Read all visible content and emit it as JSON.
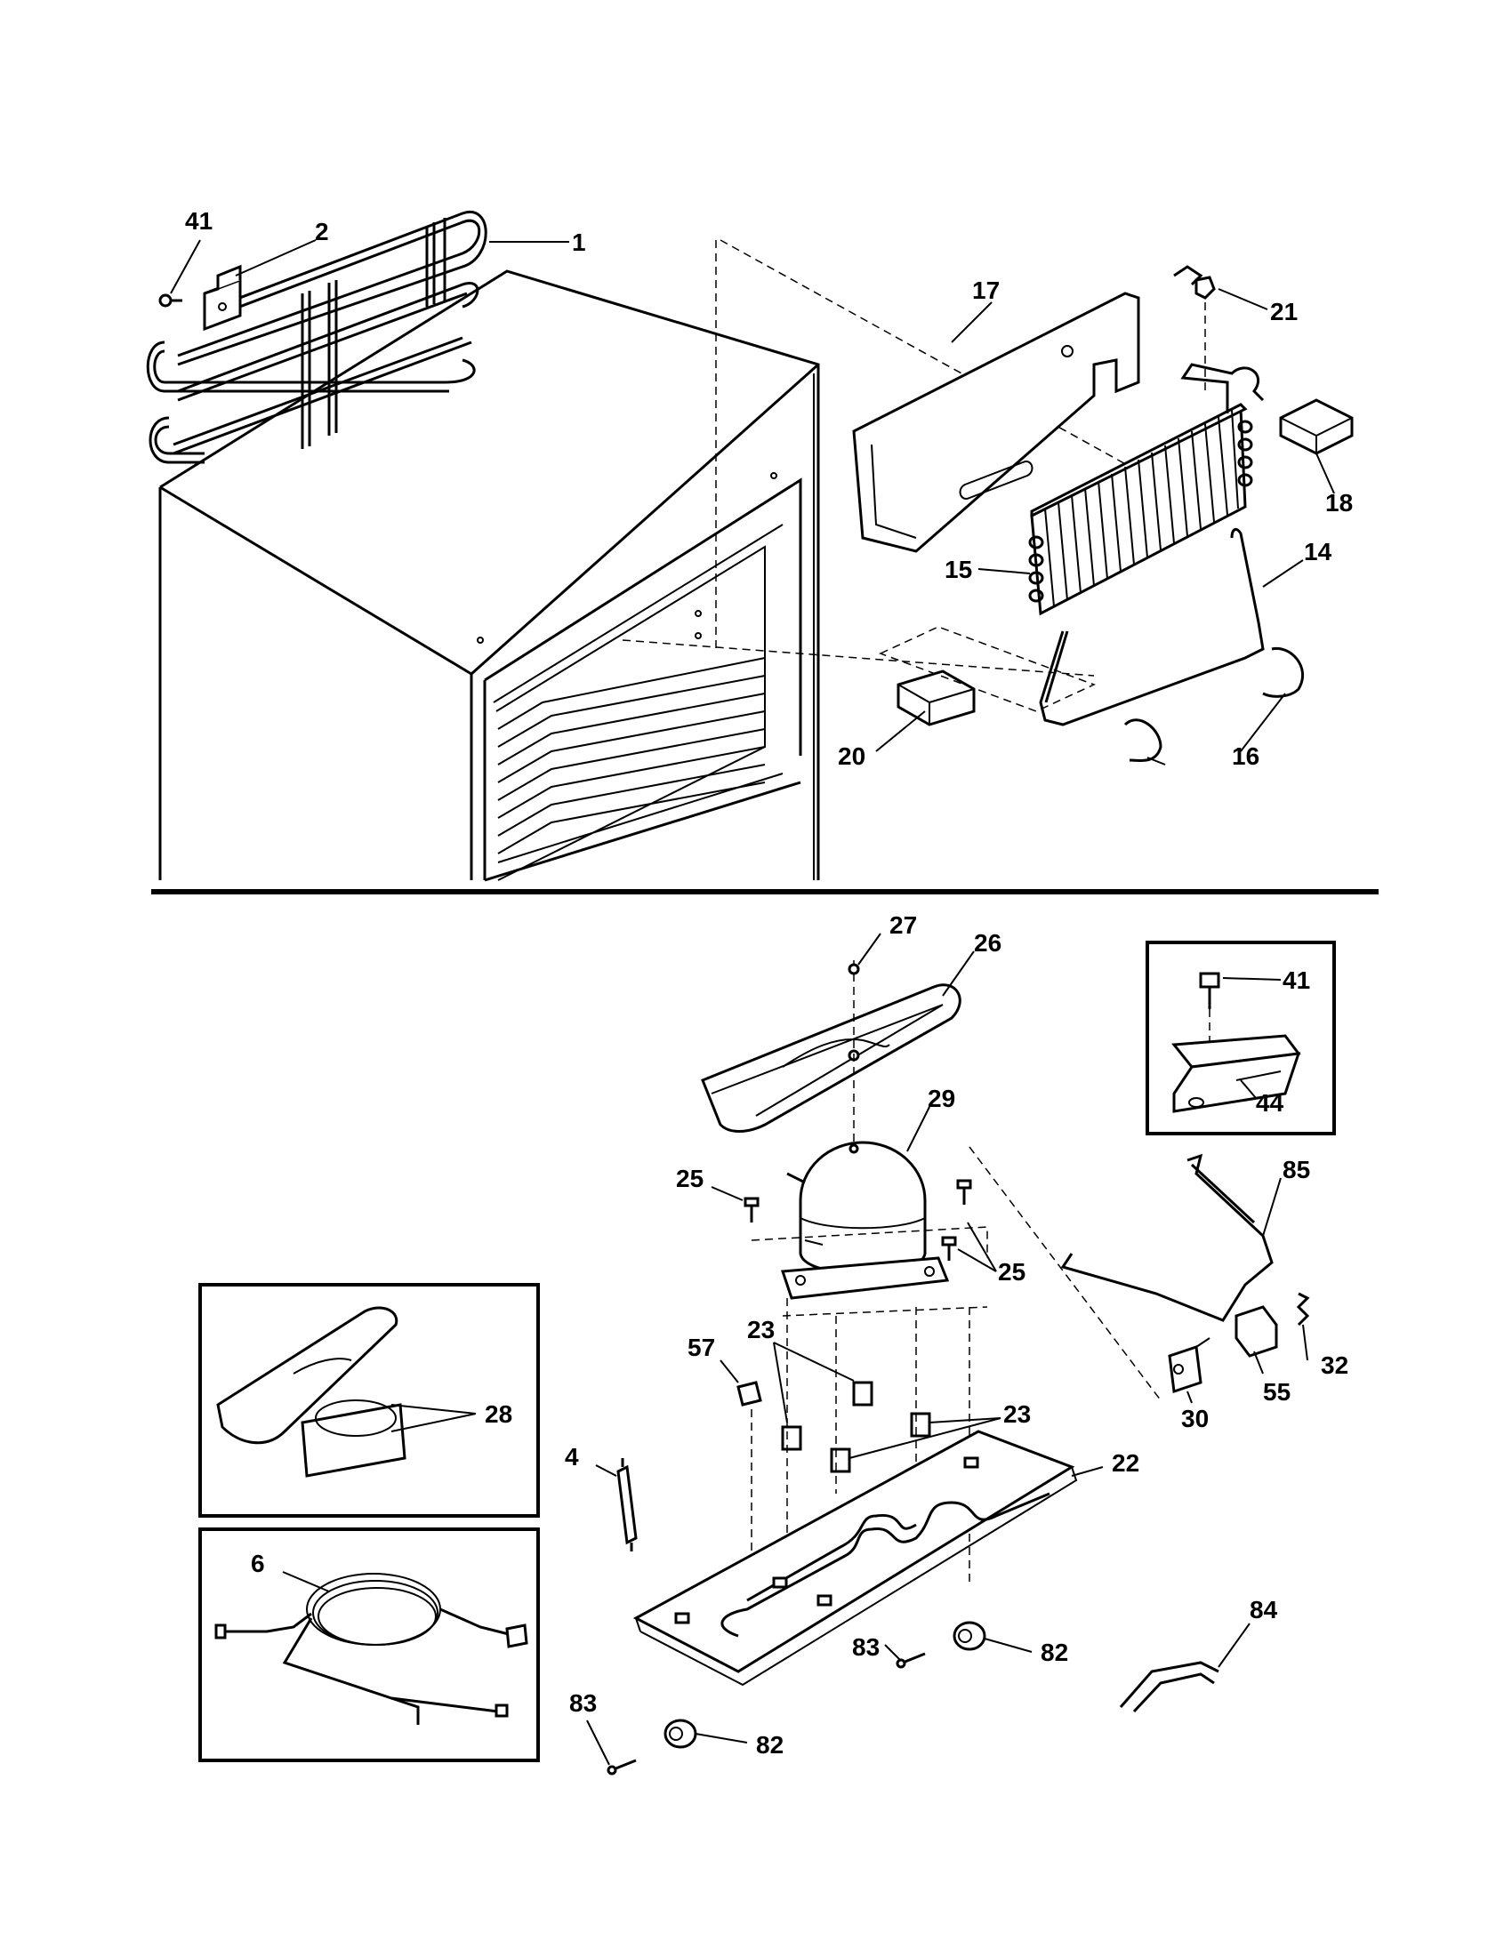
{
  "callouts": {
    "c1": "1",
    "c2": "2",
    "c41a": "41",
    "c17": "17",
    "c21": "21",
    "c18": "18",
    "c14": "14",
    "c15": "15",
    "c20": "20",
    "c16": "16",
    "c27": "27",
    "c26": "26",
    "c41b": "41",
    "c44": "44",
    "c29": "29",
    "c25a": "25",
    "c25b": "25",
    "c85": "85",
    "c28": "28",
    "c23a": "23",
    "c23b": "23",
    "c57": "57",
    "c32": "32",
    "c55": "55",
    "c30": "30",
    "c4": "4",
    "c22": "22",
    "c6": "6",
    "c84": "84",
    "c83a": "83",
    "c82a": "82",
    "c83b": "83",
    "c82b": "82"
  },
  "icons": {
    "condenser": "condenser-coil-icon",
    "cabinet": "refrigerator-cabinet-icon",
    "evaporator": "evaporator-coil-icon",
    "compressor": "compressor-icon",
    "drain_pan": "drain-pan-icon",
    "power_cord": "power-cord-icon"
  }
}
